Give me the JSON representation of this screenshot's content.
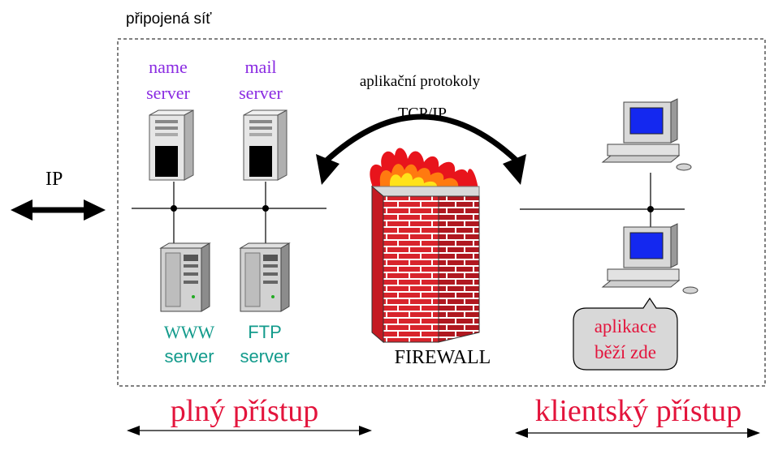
{
  "network_label": "připojená síť",
  "ip_label": "IP",
  "protocols_label": "aplikační protokoly",
  "tcpip_label": "TCP/IP",
  "firewall_label": "FIREWALL",
  "servers": {
    "name": {
      "line1": "name",
      "line2": "server"
    },
    "mail": {
      "line1": "mail",
      "line2": "server"
    },
    "www": {
      "line1": "WWW",
      "line2": "server"
    },
    "ftp": {
      "line1": "FTP",
      "line2": "server"
    }
  },
  "callout": {
    "line1": "aplikace",
    "line2": "běží zde"
  },
  "access": {
    "full": "plný přístup",
    "client": "klientský přístup"
  },
  "colors": {
    "purple": "#8a2be2",
    "teal": "#139b8c",
    "red": "#e3143c",
    "brick": "#d8242c",
    "screen": "#1428f0"
  }
}
